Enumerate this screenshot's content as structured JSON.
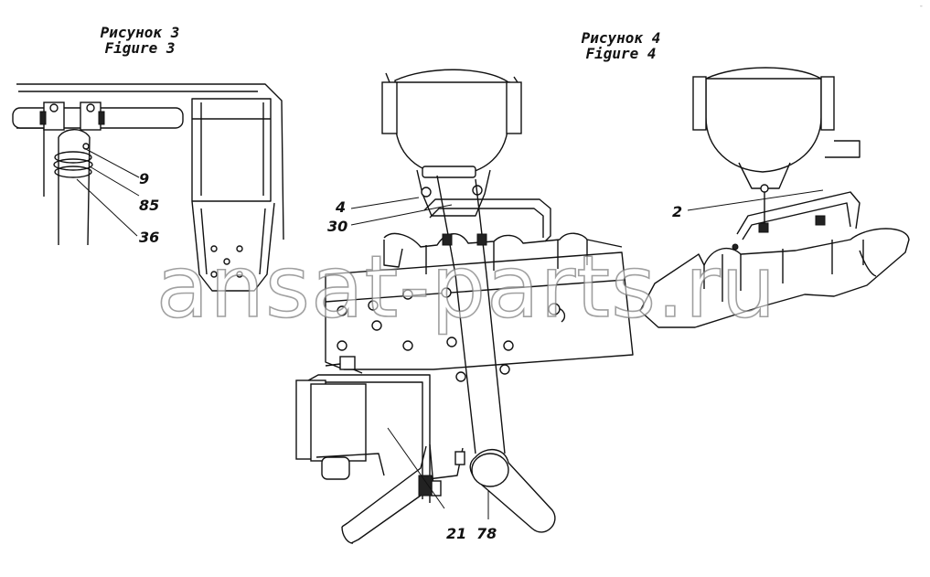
{
  "figure3": {
    "caption_ru": "Рисунок 3",
    "caption_en": "Figure 3",
    "callouts": [
      "9",
      "85",
      "36"
    ]
  },
  "figure4_main": {
    "caption_ru": "Рисунок 4",
    "caption_en": "Figure 4",
    "callouts": [
      "4",
      "30",
      "21",
      "78"
    ]
  },
  "figure4_detail": {
    "callouts": [
      "2"
    ]
  },
  "watermark": "ansat-parts.ru",
  "corner_mark": "-"
}
